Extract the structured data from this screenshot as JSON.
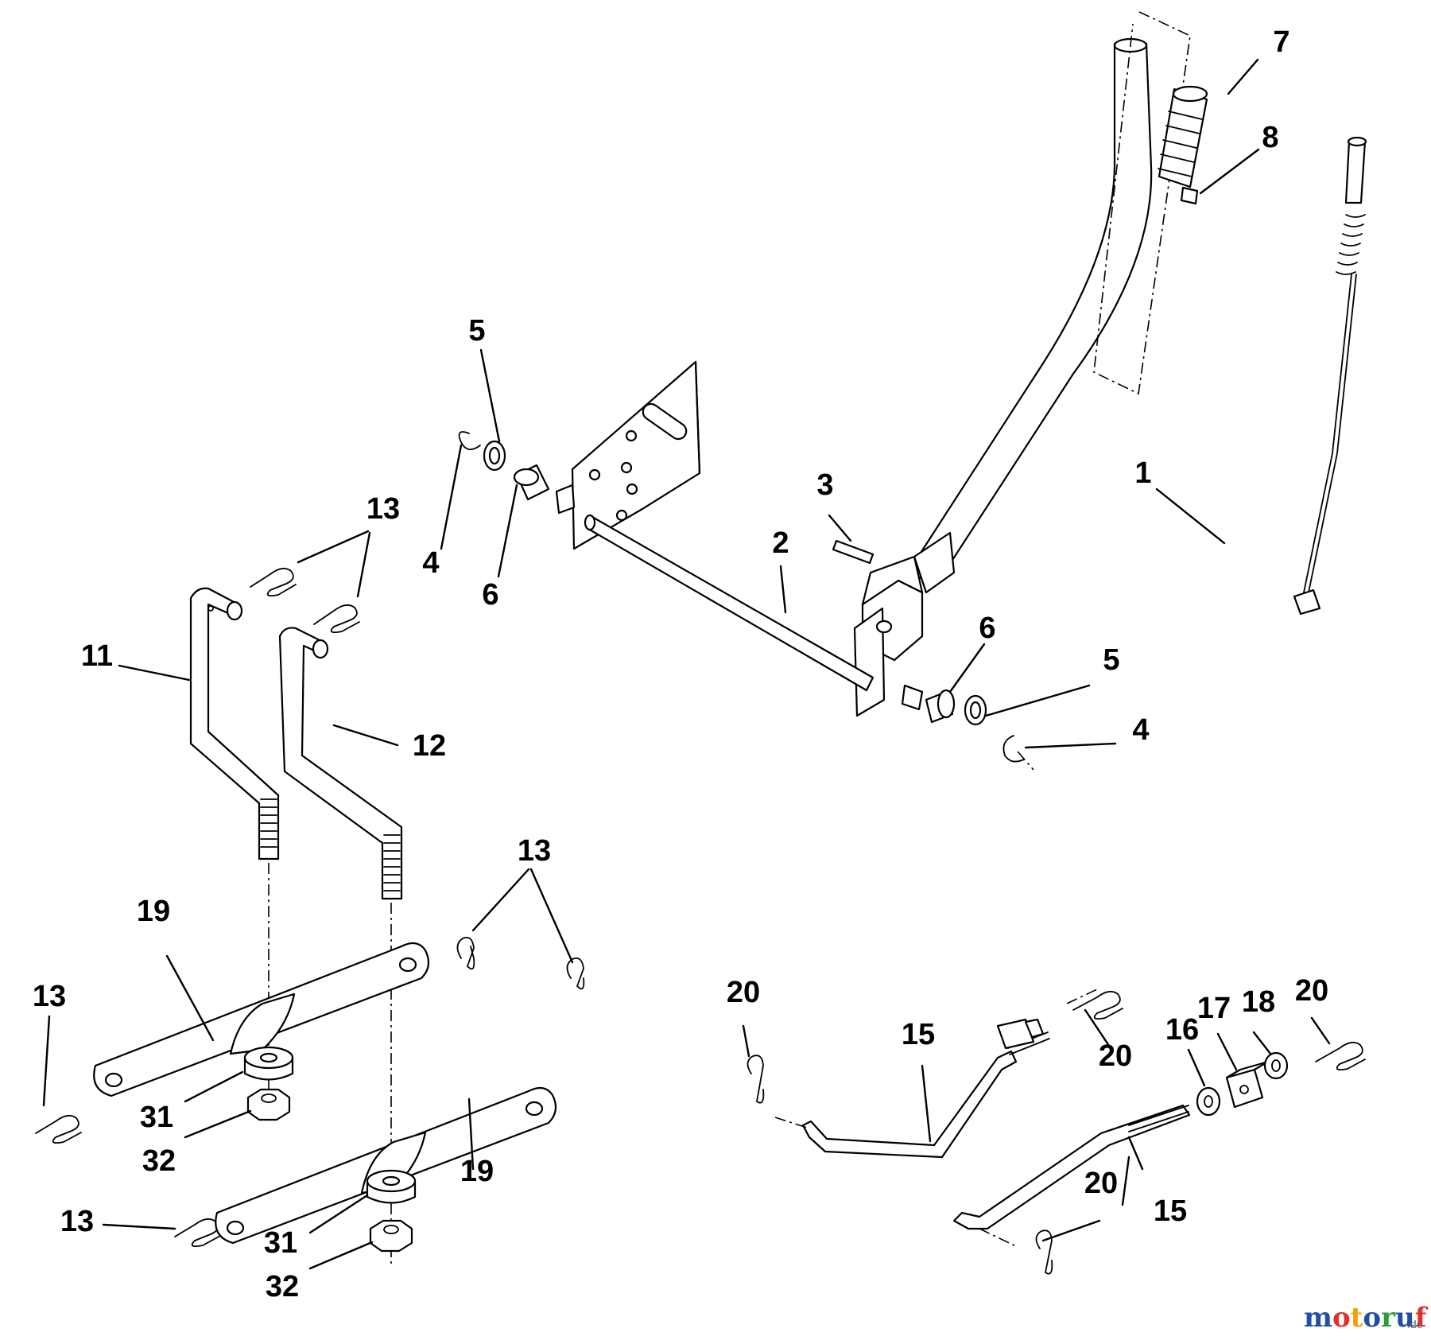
{
  "diagram": {
    "callouts": {
      "c1": "1",
      "c2": "2",
      "c3": "3",
      "c4a": "4",
      "c4b": "4",
      "c5a": "5",
      "c5b": "5",
      "c6a": "6",
      "c6b": "6",
      "c7": "7",
      "c8": "8",
      "c11": "11",
      "c12": "12",
      "c13a": "13",
      "c13b": "13",
      "c13c": "13",
      "c13d": "13",
      "c15a": "15",
      "c15b": "15",
      "c16": "16",
      "c17": "17",
      "c18": "18",
      "c19a": "19",
      "c19b": "19",
      "c20a": "20",
      "c20b": "20",
      "c20c": "20",
      "c20d": "20",
      "c31a": "31",
      "c31b": "31",
      "c32a": "32",
      "c32b": "32"
    },
    "watermark": {
      "letters": [
        "m",
        "o",
        "t",
        "o",
        "r",
        "u",
        "f"
      ],
      "letter_colors": [
        "#1f4ea3",
        "#e0312a",
        "#f2a20c",
        "#1f4ea3",
        "#2e9b3a",
        "#1f4ea3",
        "#e0312a"
      ],
      "suffix": ".de"
    }
  }
}
